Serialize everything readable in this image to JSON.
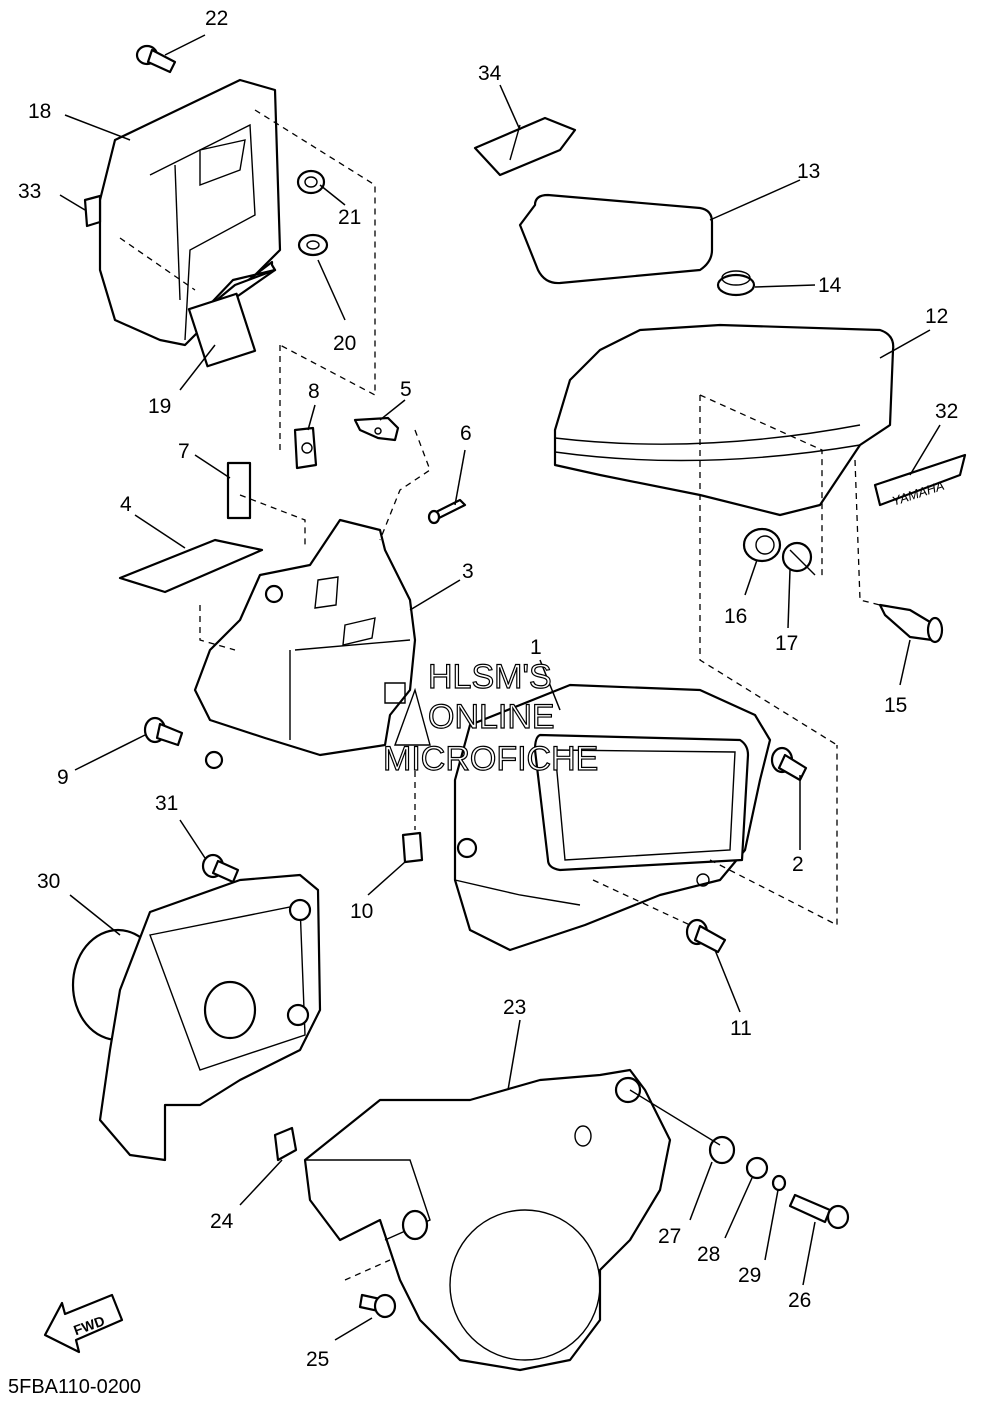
{
  "diagram_code": "5FBA110-0200",
  "fwd_label": "FWD",
  "brand_label": "YAMAHA",
  "watermark": [
    "HLSM'S",
    "ONLINE",
    "MICROFICHE"
  ],
  "callouts": [
    "22",
    "18",
    "33",
    "21",
    "20",
    "19",
    "34",
    "13",
    "14",
    "12",
    "32",
    "8",
    "5",
    "7",
    "6",
    "4",
    "3",
    "16",
    "17",
    "15",
    "1",
    "9",
    "2",
    "31",
    "10",
    "30",
    "11",
    "23",
    "24",
    "27",
    "28",
    "29",
    "26",
    "25"
  ]
}
